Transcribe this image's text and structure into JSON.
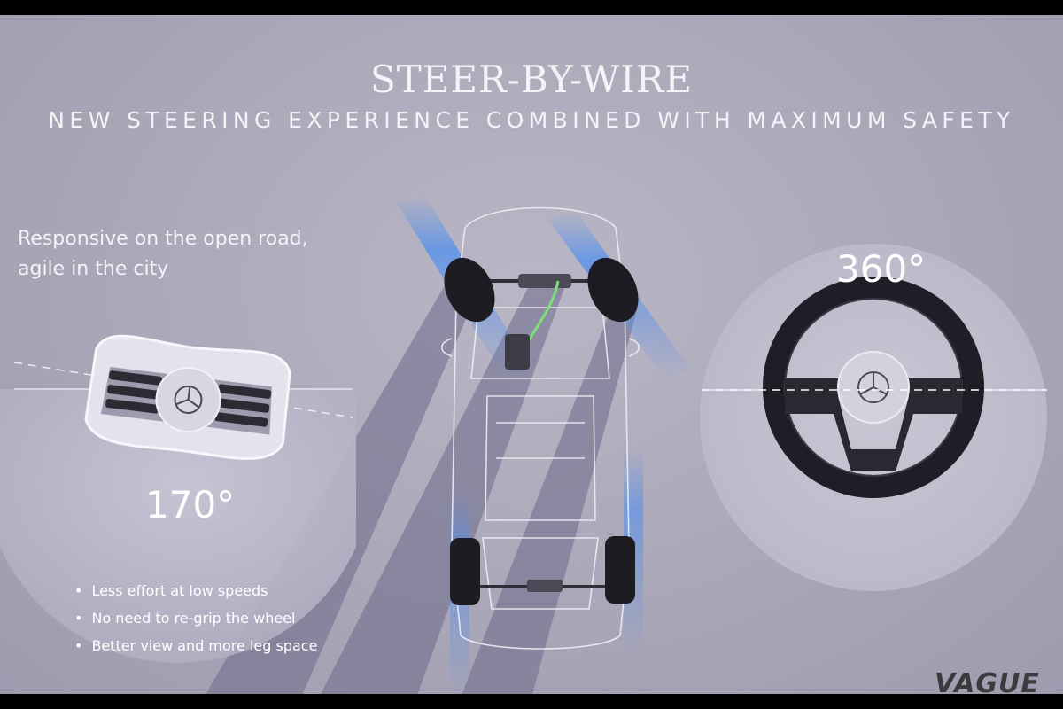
{
  "header": {
    "title": "STEER-BY-WIRE",
    "subtitle": "NEW STEERING EXPERIENCE COMBINED WITH MAXIMUM SAFETY"
  },
  "tagline": {
    "line1": "Responsive on the open road,",
    "line2": "agile in the city"
  },
  "left_wheel": {
    "angle_label": "170°"
  },
  "right_wheel": {
    "angle_label": "360°"
  },
  "benefits": [
    "Less effort at low speeds",
    "No need to re-grip the wheel",
    "Better view and more leg space"
  ],
  "watermark": "VAGUE",
  "colors": {
    "background": "#aaa7b8",
    "text": "#f4f3f8",
    "accent_blue": "#4f8ff0",
    "steering_link": "#7be07a"
  }
}
